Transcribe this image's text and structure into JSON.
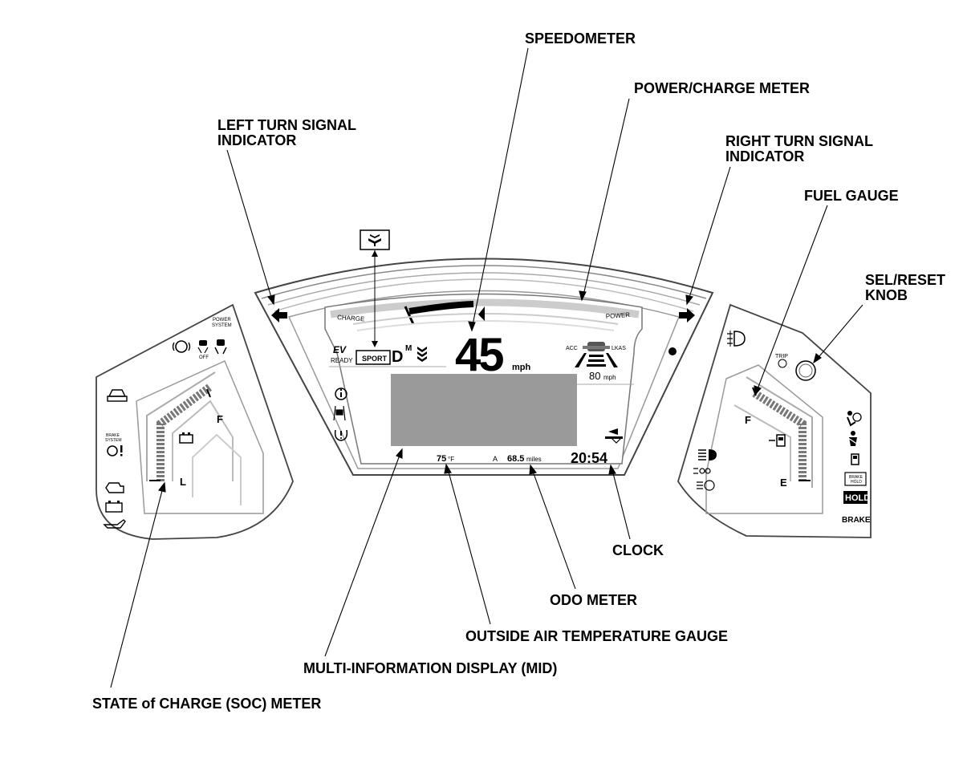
{
  "callouts": {
    "speedometer": "SPEEDOMETER",
    "power_charge_meter": "POWER/CHARGE METER",
    "left_turn_line1": "LEFT TURN SIGNAL",
    "left_turn_line2": "INDICATOR",
    "right_turn_line1": "RIGHT TURN SIGNAL",
    "right_turn_line2": "INDICATOR",
    "fuel_gauge": "FUEL GAUGE",
    "sel_reset_line1": "SEL/RESET",
    "sel_reset_line2": "KNOB",
    "clock": "CLOCK",
    "odo_meter": "ODO METER",
    "outside_air_temp": "OUTSIDE AIR TEMPERATURE GAUGE",
    "mid": "MULTI-INFORMATION DISPLAY (MID)",
    "soc_meter": "STATE of CHARGE (SOC) METER"
  },
  "center_display": {
    "charge_label": "CHARGE",
    "power_label": "POWER",
    "ev_label": "EV",
    "ready_label": "READY",
    "sport_label": "SPORT",
    "gear_label": "D",
    "gear_mode": "M",
    "speed_value": "45",
    "speed_unit": "mph",
    "acc_label": "ACC",
    "lkas_label": "LKAS",
    "acc_speed_value": "80",
    "acc_speed_unit": "mph",
    "temp_value": "75",
    "temp_unit": "°F",
    "trip_label": "A",
    "odo_value": "68.5",
    "odo_unit": "miles",
    "clock_value": "20:54"
  },
  "left_gauge": {
    "power_system_line1": "POWER",
    "power_system_line2": "SYSTEM",
    "off_label": "OFF",
    "brake_system_line1": "BRAKE",
    "brake_system_line2": "SYSTEM",
    "soc_full": "F",
    "soc_low": "L"
  },
  "right_gauge": {
    "trip_label": "TRIP",
    "fuel_full": "F",
    "fuel_empty": "E",
    "brake_hold_line1": "BRAKE",
    "brake_hold_line2": "HOLD",
    "hold_label": "HOLD",
    "brake_label": "BRAKE"
  },
  "icons": {
    "left_arrow": "left-turn-arrow-icon",
    "right_arrow": "right-turn-arrow-icon",
    "econ_mode": "econ-leaf-icon",
    "info": "info-icon",
    "lane_assist": "lane-keeping-icon",
    "tpms": "tire-pressure-icon",
    "check_engine": "check-engine-icon",
    "battery": "battery-warning-icon",
    "oil": "oil-pressure-icon",
    "fog_light": "fog-light-icon",
    "airbag": "airbag-icon",
    "seatbelt": "seatbelt-icon",
    "high_beam": "high-beam-icon",
    "sel_reset_knob": "sel-reset-knob-icon"
  }
}
